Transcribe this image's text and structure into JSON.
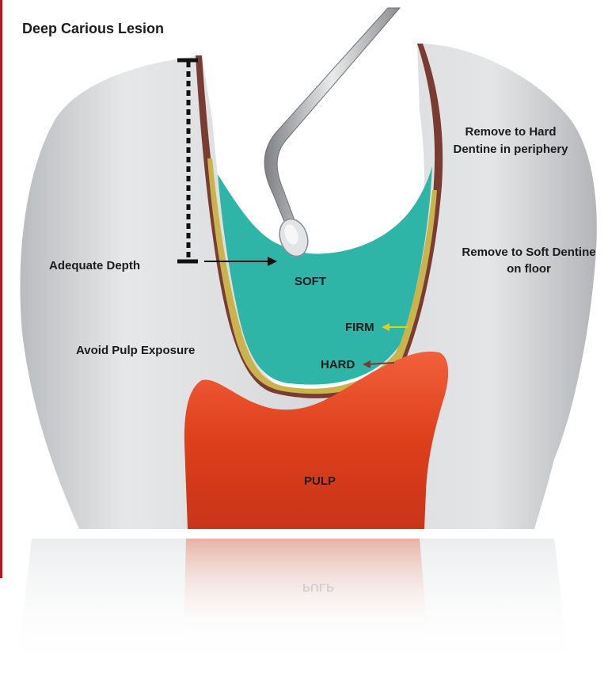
{
  "title": "Deep Carious Lesion",
  "labels": {
    "remove_hard_periphery": "Remove to Hard Dentine in periphery",
    "remove_soft_floor": "Remove to Soft Dentine on floor",
    "adequate_depth": "Adequate Depth",
    "avoid_pulp_exposure": "Avoid Pulp Exposure",
    "soft": "SOFT",
    "firm": "FIRM",
    "hard": "HARD",
    "pulp": "PULP"
  },
  "colors": {
    "tooth": "#d4d6d8",
    "soft_dentine": "#2fb5a8",
    "firm_layer": "#c9b34a",
    "enamel_edge": "#7a3b33",
    "pulp": "#e0441f",
    "firm_arrow": "#d9d21a",
    "hard_arrow": "#7a3b33",
    "accent_bar": "#b8141c"
  },
  "icons": {
    "instrument": "dental-excavator-icon"
  }
}
